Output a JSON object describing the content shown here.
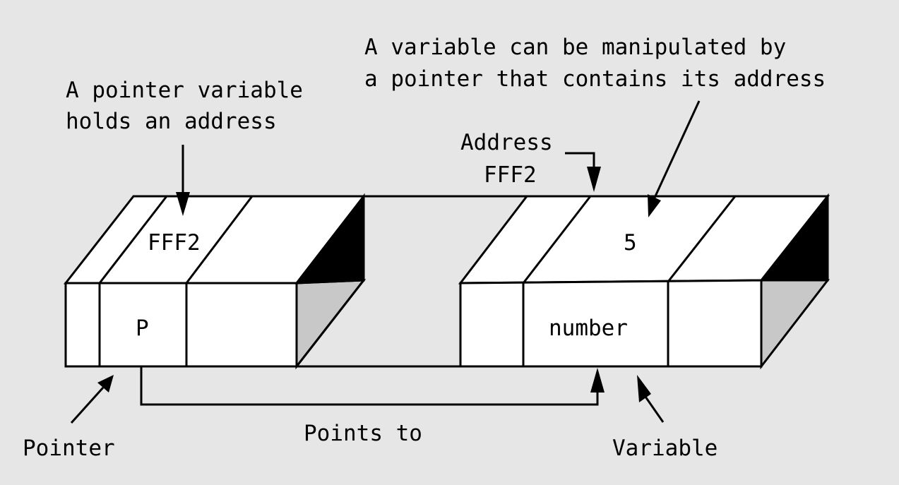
{
  "annotations": {
    "variable_note_line1": "A variable can be manipulated by",
    "variable_note_line2": "a pointer that contains its address",
    "pointer_note_line1": "A pointer variable",
    "pointer_note_line2": "holds an address",
    "address_label_line1": "Address",
    "address_label_line2": "FFF2"
  },
  "cells": {
    "pointer_value": "FFF2",
    "pointer_name": "P",
    "variable_value": "5",
    "variable_name": "number"
  },
  "labels": {
    "pointer": "Pointer",
    "points_to": "Points to",
    "variable": "Variable"
  },
  "colors": {
    "background": "#e6e6e6",
    "face": "#ffffff",
    "side_shade": "#c8c8c8",
    "dark_shade": "#000000"
  }
}
